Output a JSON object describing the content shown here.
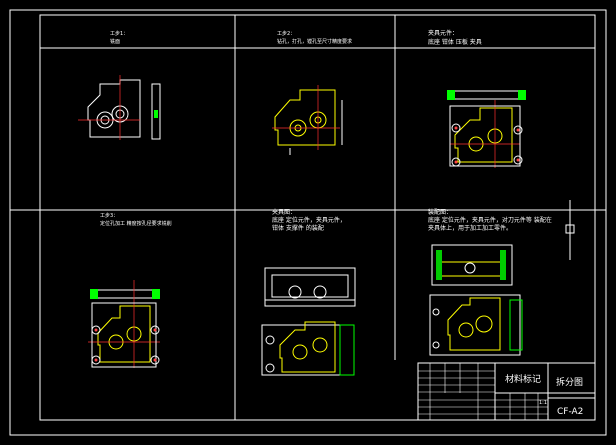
{
  "panels": [
    {
      "line1": "工步1：",
      "line2": "铣面"
    },
    {
      "line1": "工步2：",
      "line2": "钻孔，打孔，镗孔至尺寸精度要求"
    },
    {
      "line1": "夹具元件：",
      "line2": "底座 钳体 压板 夹具"
    },
    {
      "line1": "工步3：",
      "line2": "定位孔加工 精度按孔径要求铣削"
    },
    {
      "line1": "夹具图：",
      "line2": "底座 定位元件，夹具元件，",
      "line3": "钳体 支撑件 的装配"
    },
    {
      "line1": "装配图：",
      "line2": "底座 定位元件，夹具元件，对刀元件等 装配在",
      "line3": "夹具体上，用于加工加工零件。"
    }
  ],
  "title_block": {
    "material_label": "材料标记",
    "drawing_name": "拆分图",
    "drawing_code": "CF-A2",
    "scale": "1:1"
  },
  "colors": {
    "background": "#000000",
    "frame": "#ffffff",
    "part": "#ffff00",
    "center": "#ff3030",
    "dim": "#ffffff",
    "fixture": "#00ff00",
    "fixture_fill": "#00cc00",
    "hole_mark": "#ff4444"
  }
}
